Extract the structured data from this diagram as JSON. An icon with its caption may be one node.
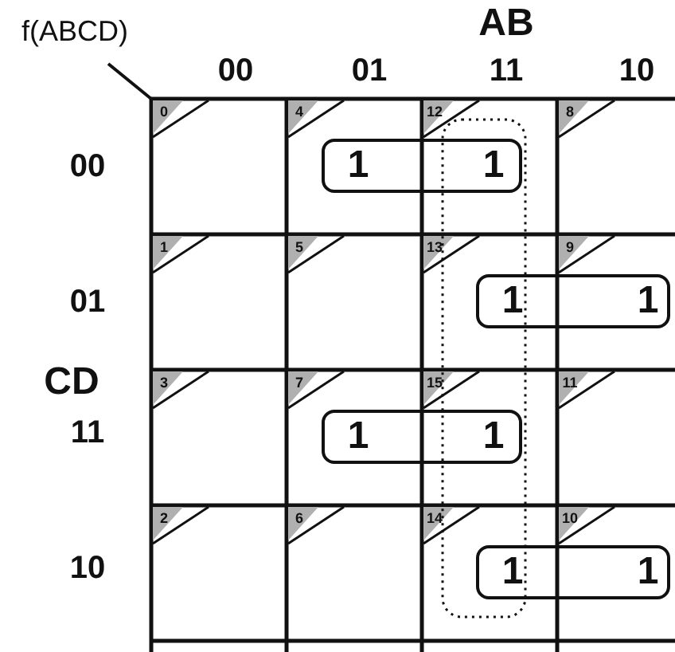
{
  "diagram": {
    "labels": [
      "f(ABCD)",
      "AB",
      "00",
      "01",
      "11",
      "10",
      "00",
      "0",
      "4",
      "1",
      "12",
      "1",
      "8",
      "01",
      "1",
      "5",
      "13",
      "1",
      "9",
      "1",
      "CD",
      "11",
      "3",
      "7",
      "1",
      "15",
      "1",
      "11",
      "10",
      "2",
      "6",
      "14",
      "1",
      "10",
      "1"
    ]
  }
}
